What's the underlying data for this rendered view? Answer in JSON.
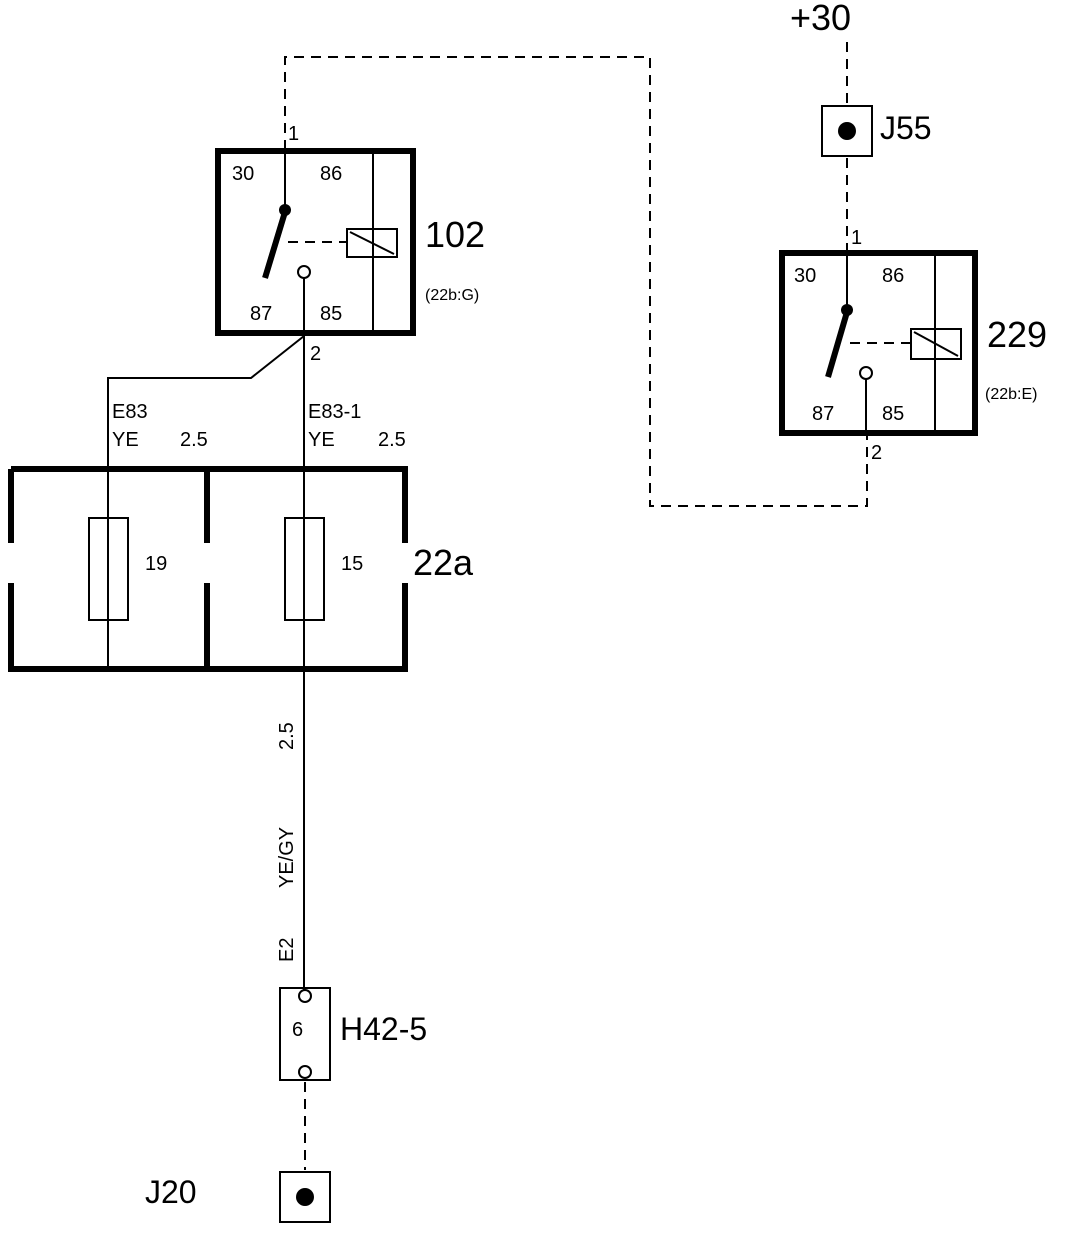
{
  "supply": {
    "label": "+30"
  },
  "connectors": {
    "j55": {
      "label": "J55"
    },
    "j20": {
      "label": "J20"
    },
    "h42_5": {
      "label": "H42-5",
      "pin": "6"
    }
  },
  "relay_102": {
    "label": "102",
    "ref": "(22b:G)",
    "pins": {
      "p30": "30",
      "p86": "86",
      "p87": "87",
      "p85": "85"
    },
    "wire_top": "1",
    "wire_bottom": "2"
  },
  "relay_229": {
    "label": "229",
    "ref": "(22b:E)",
    "pins": {
      "p30": "30",
      "p86": "86",
      "p87": "87",
      "p85": "85"
    },
    "wire_top": "1",
    "wire_bottom": "2"
  },
  "fuse_box": {
    "label": "22a",
    "fuses": [
      {
        "number": "19"
      },
      {
        "number": "15"
      }
    ]
  },
  "wires": {
    "e83": {
      "id": "E83",
      "color": "YE",
      "size": "2.5"
    },
    "e83_1": {
      "id": "E83-1",
      "color": "YE",
      "size": "2.5"
    },
    "e2": {
      "id": "E2",
      "color": "YE/GY",
      "size": "2.5"
    }
  }
}
